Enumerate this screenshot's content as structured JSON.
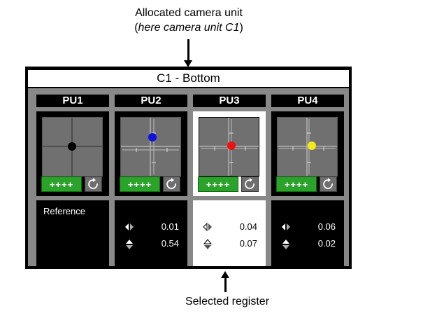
{
  "callouts": {
    "top_line1": "Allocated camera unit",
    "top_line2_italic": "here camera unit C1",
    "top_open": "(",
    "top_close": ")",
    "bottom": "Selected register"
  },
  "panel": {
    "title": "C1 - Bottom"
  },
  "units": [
    {
      "header": "PU1",
      "dot_color": "#000000",
      "button_label": "++++",
      "register_label": "Reference",
      "h_value": "",
      "v_value": "",
      "selected": false
    },
    {
      "header": "PU2",
      "dot_color": "#1010e0",
      "button_label": "++++",
      "register_label": "",
      "h_value": "0.01",
      "v_value": "0.54",
      "selected": false
    },
    {
      "header": "PU3",
      "dot_color": "#ee1111",
      "button_label": "++++",
      "register_label": "",
      "h_value": "0.04",
      "v_value": "0.07",
      "selected": true
    },
    {
      "header": "PU4",
      "dot_color": "#f2ea14",
      "button_label": "++++",
      "register_label": "",
      "h_value": "0.06",
      "v_value": "0.02",
      "selected": false
    }
  ],
  "colors": {
    "panel_bg": "#888888",
    "button_green": "#2ba32b",
    "frame": "#000000",
    "selection": "#ffffff"
  }
}
